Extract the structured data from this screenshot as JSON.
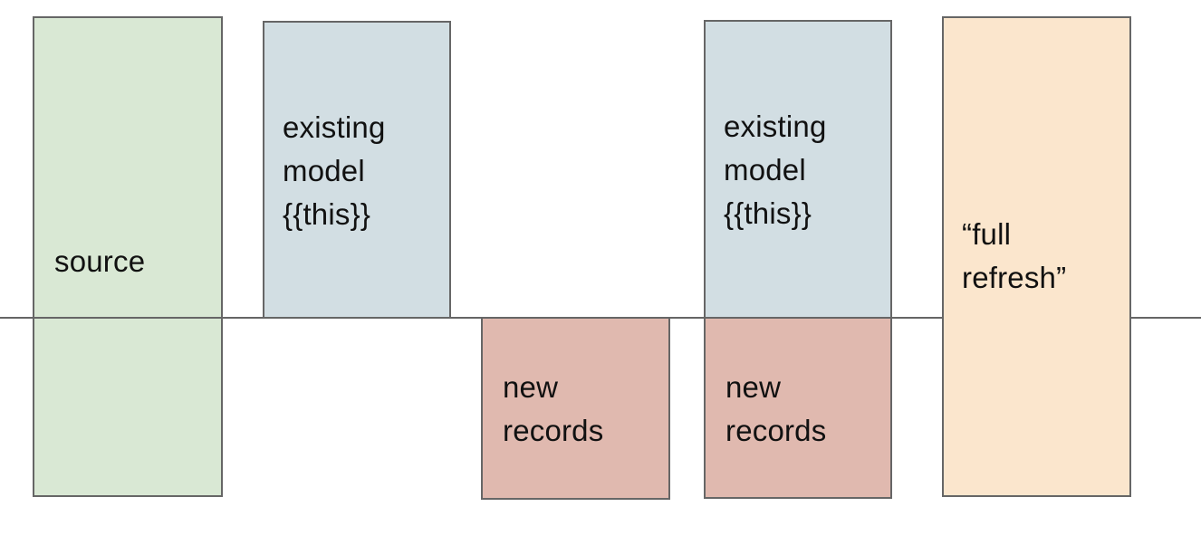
{
  "canvas": {
    "background": "#ffffff",
    "text_color": "#111111"
  },
  "colors": {
    "box_border": "#666666",
    "baseline_line": "#666666",
    "green": "#d9e8d4",
    "blue": "#d2dee3",
    "pink": "#e0b9af",
    "tan": "#fbe6cd"
  },
  "diagram": {
    "baseline": {
      "description": "horizontal divider line separating existing data (above) from new data (below)"
    },
    "boxes": [
      {
        "name": "source",
        "label": "source",
        "fill": "#d9e8d4"
      },
      {
        "name": "existing-model-left",
        "label": "existing\nmodel\n{{this}}",
        "fill": "#d2dee3"
      },
      {
        "name": "new-records-left",
        "label": "new\nrecords",
        "fill": "#e0b9af"
      },
      {
        "name": "existing-model-right",
        "label": "existing\nmodel\n{{this}}",
        "fill": "#d2dee3"
      },
      {
        "name": "new-records-right",
        "label": "new\nrecords",
        "fill": "#e0b9af"
      },
      {
        "name": "full-refresh",
        "label": "“full\nrefresh”",
        "fill": "#fbe6cd"
      }
    ]
  }
}
